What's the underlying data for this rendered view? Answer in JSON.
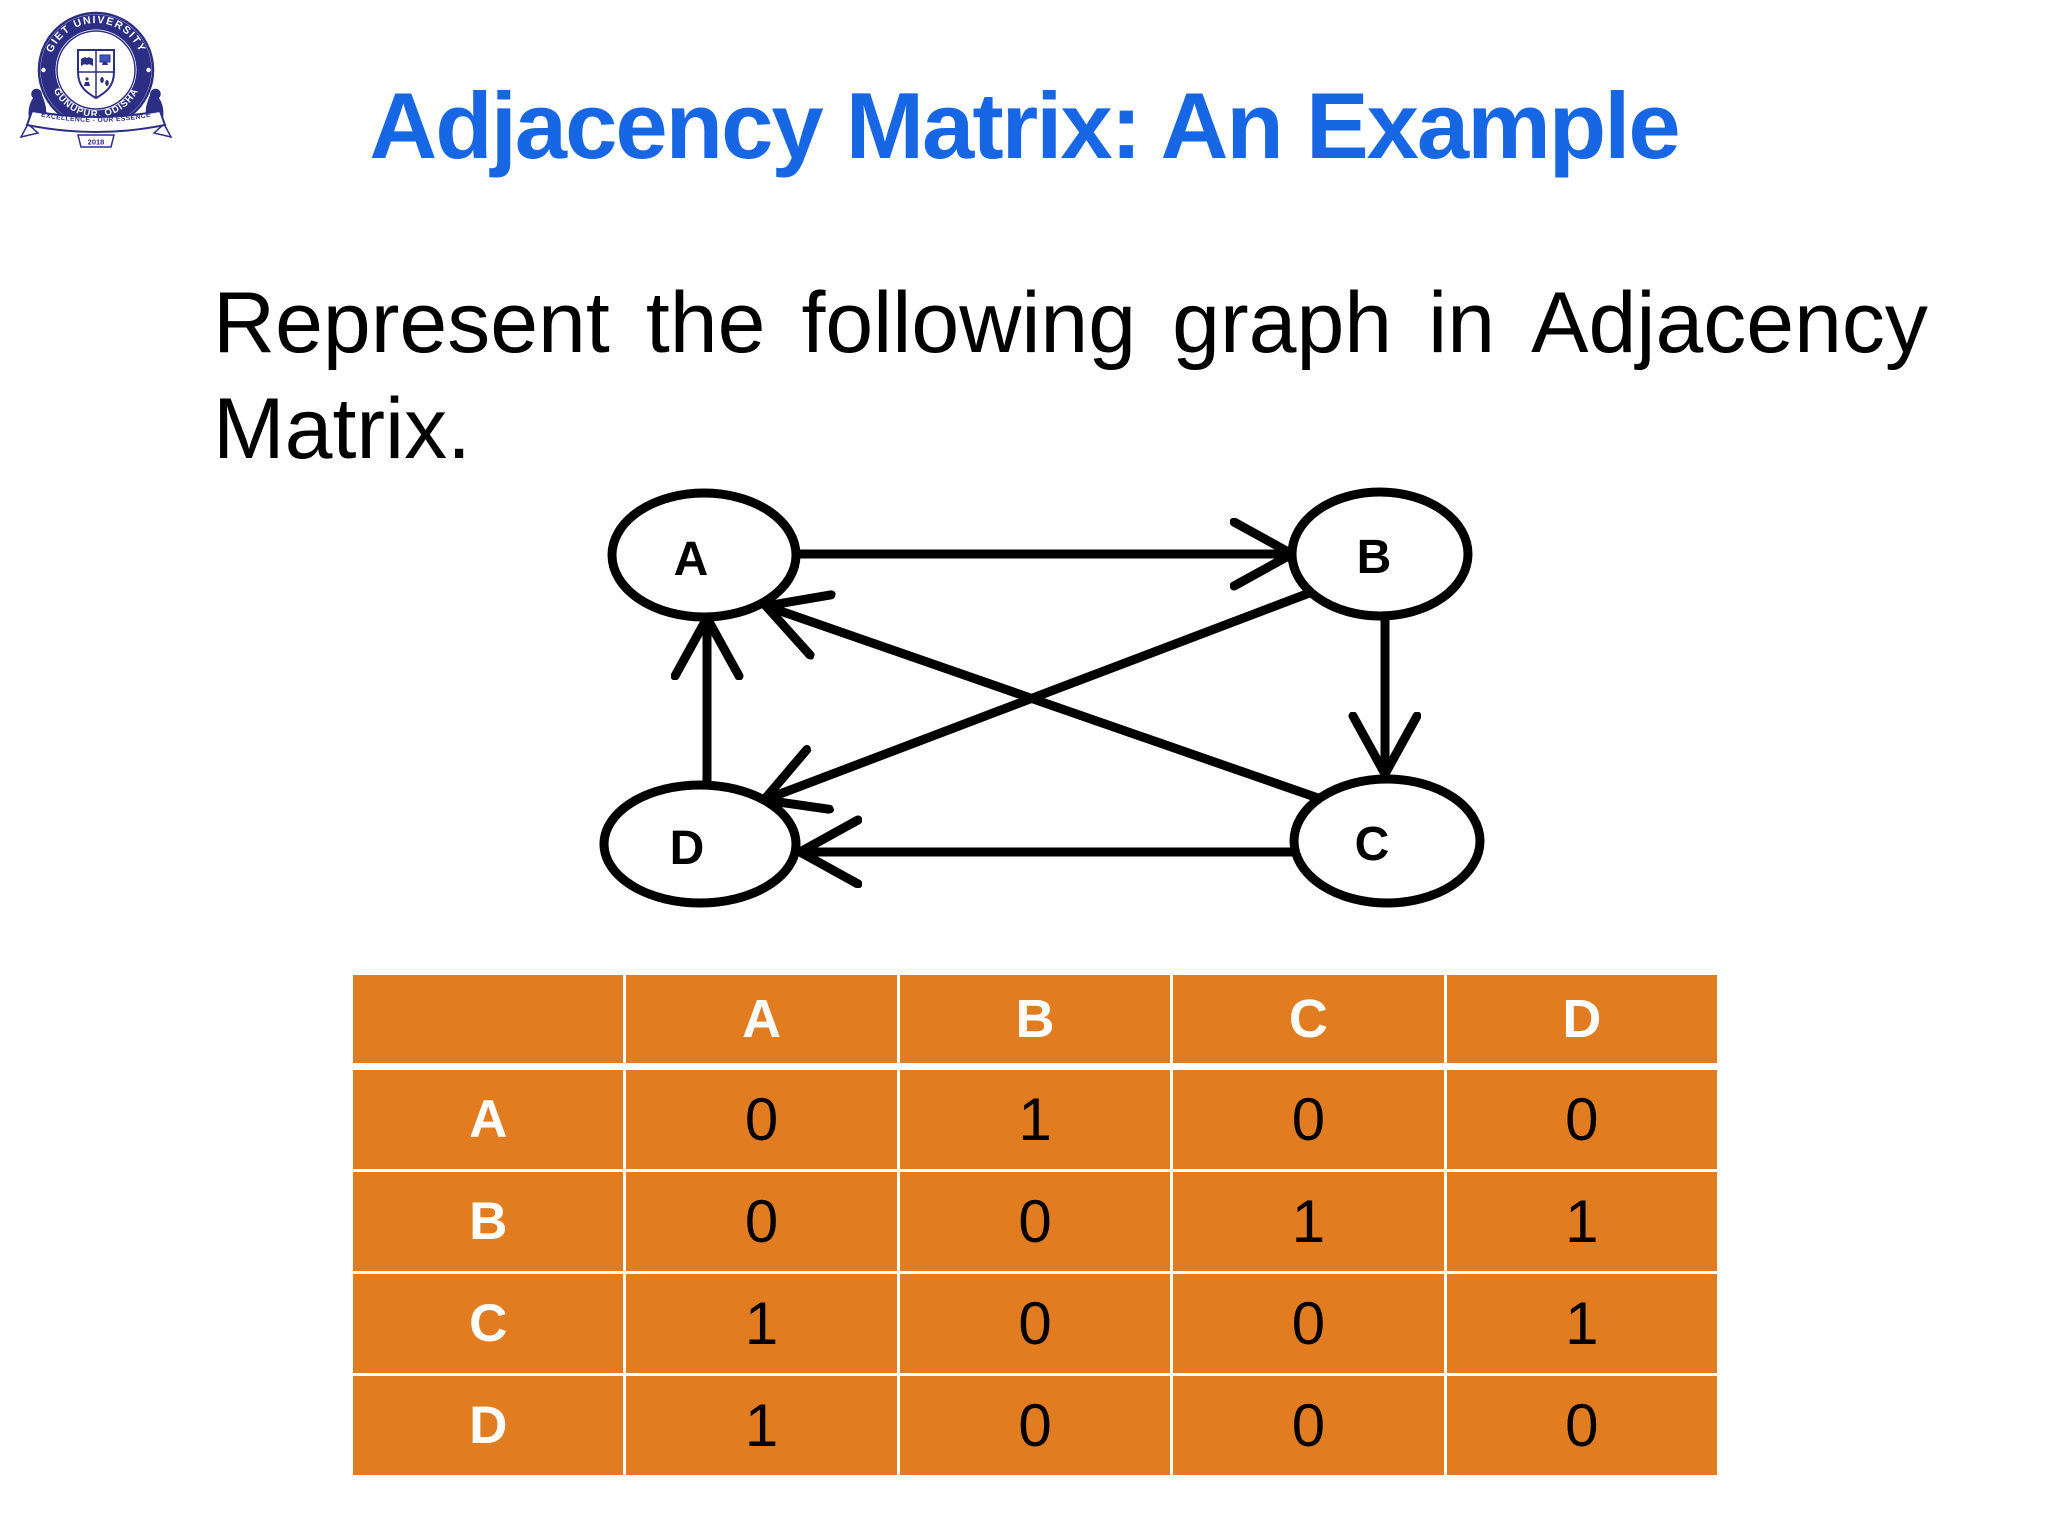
{
  "slide": {
    "title": "Adjacency Matrix: An Example",
    "title_color": "#1767e4",
    "body_line1_words": [
      "Represent",
      "the",
      "following",
      "graph",
      "in",
      "Adjacency"
    ],
    "body_line2": "Matrix."
  },
  "logo": {
    "university": "GIET UNIVERSITY",
    "location": "GUNUPUR, ODISHA",
    "motto": "EXCELLENCE - OUR ESSENCE",
    "year": "2018",
    "navy_color": "#2b2e83"
  },
  "graph": {
    "nodes": [
      {
        "id": "A",
        "label": "A"
      },
      {
        "id": "B",
        "label": "B"
      },
      {
        "id": "C",
        "label": "C"
      },
      {
        "id": "D",
        "label": "D"
      }
    ],
    "edges": [
      {
        "from": "A",
        "to": "B"
      },
      {
        "from": "B",
        "to": "C"
      },
      {
        "from": "B",
        "to": "D"
      },
      {
        "from": "C",
        "to": "A"
      },
      {
        "from": "C",
        "to": "D"
      },
      {
        "from": "D",
        "to": "A"
      }
    ]
  },
  "matrix": {
    "corner": "",
    "bg_color": "#e27c20",
    "col_headers": [
      "A",
      "B",
      "C",
      "D"
    ],
    "rows": [
      {
        "label": "A",
        "values": [
          "0",
          "1",
          "0",
          "0"
        ]
      },
      {
        "label": "B",
        "values": [
          "0",
          "0",
          "1",
          "1"
        ]
      },
      {
        "label": "C",
        "values": [
          "1",
          "0",
          "0",
          "1"
        ]
      },
      {
        "label": "D",
        "values": [
          "1",
          "0",
          "0",
          "0"
        ]
      }
    ]
  }
}
